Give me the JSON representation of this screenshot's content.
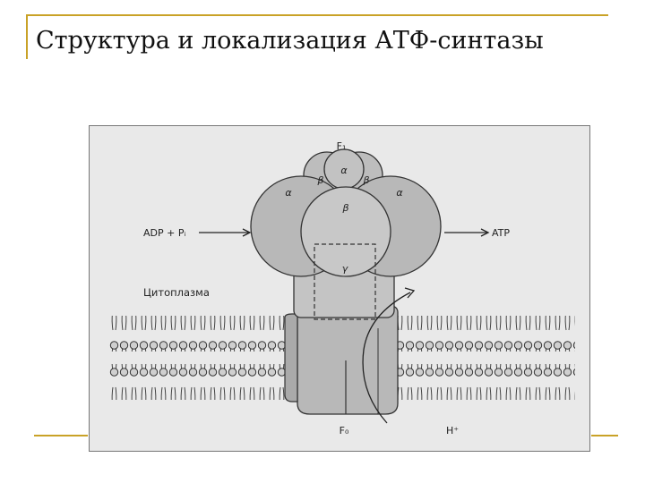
{
  "slide": {
    "title": "Структура и локализация АТФ-синтазы"
  },
  "diagram": {
    "f1_label": "F₁",
    "f0_label": "F₀",
    "alpha": "α",
    "beta": "β",
    "gamma": "γ",
    "substrate_label": "ADP + Pᵢ",
    "product_label": "ATP",
    "region_label": "Цитоплазма",
    "proton_label": "H⁺"
  },
  "colors": {
    "gold_frame": "#c9a227",
    "subunit_fill": "#b8b8b8",
    "membrane_head": "#cfcfcf"
  }
}
